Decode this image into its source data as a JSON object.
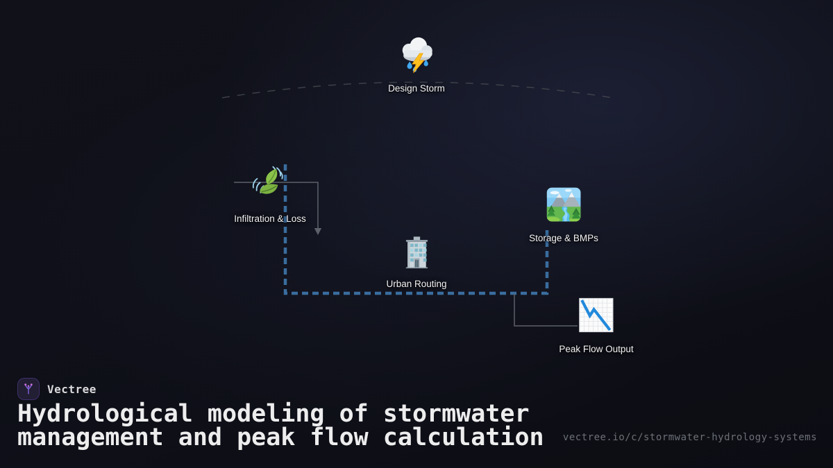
{
  "diagram": {
    "nodes": [
      {
        "id": "design-storm",
        "label": "Design Storm",
        "icon": "storm-cloud-rain-lightning-icon"
      },
      {
        "id": "infiltration-loss",
        "label": "Infiltration & Loss",
        "icon": "leaf-fluttering-wind-icon"
      },
      {
        "id": "urban-routing",
        "label": "Urban Routing",
        "icon": "office-building-icon"
      },
      {
        "id": "storage-bmps",
        "label": "Storage & BMPs",
        "icon": "national-park-icon"
      },
      {
        "id": "peak-flow-output",
        "label": "Peak Flow Output",
        "icon": "chart-decreasing-icon"
      }
    ],
    "colors": {
      "flow_dash_blue": "#3a6d9e",
      "edge_gray": "#5d6169",
      "arc_gray": "#45484f",
      "label_text": "#f3f3f4"
    }
  },
  "footer": {
    "brand_name": "Vectree",
    "title_line1": "Hydrological modeling of stormwater",
    "title_line2": "management and peak flow calculation",
    "url": "vectree.io/c/stormwater-hydrology-systems",
    "colors": {
      "title": "#ededee",
      "url": "#6c7076",
      "brand_text": "#d9d9db",
      "logo_purple": "#7c5fd0",
      "logo_dot_magenta": "#cf70e2",
      "logo_background": "#221e33"
    }
  }
}
